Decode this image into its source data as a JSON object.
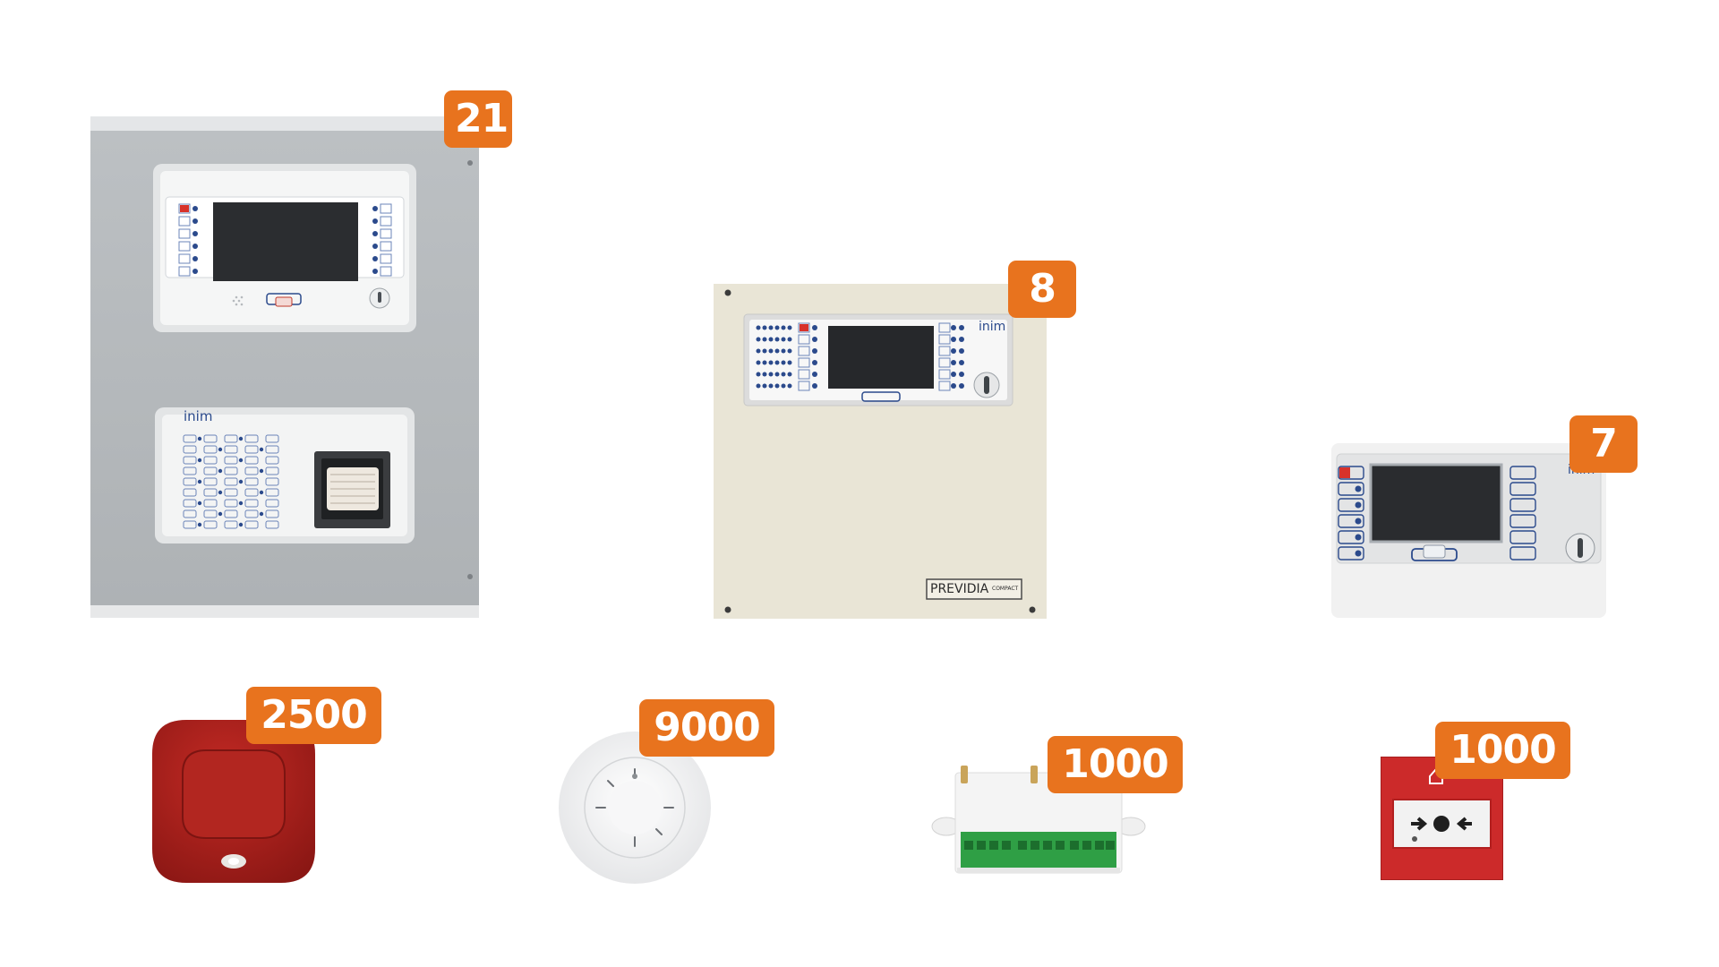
{
  "products": [
    {
      "id": "large-panel",
      "quantity": "21",
      "brand": "inim"
    },
    {
      "id": "compact-panel",
      "quantity": "8",
      "brand": "inim",
      "model_label": "PREVIDIA",
      "model_sub": "COMPACT"
    },
    {
      "id": "repeater",
      "quantity": "7",
      "brand": "inim"
    },
    {
      "id": "sounder",
      "quantity": "2500"
    },
    {
      "id": "smoke-detector",
      "quantity": "9000"
    },
    {
      "id": "io-module",
      "quantity": "1000"
    },
    {
      "id": "call-point",
      "quantity": "1000"
    }
  ],
  "colors": {
    "badge": "#e8731e",
    "panel_grey": "#b8bcbf",
    "panel_beige": "#e9e5d6",
    "sounder_red": "#a9221d",
    "callpoint_red": "#cc2a2a",
    "terminal_green": "#2f9f45"
  }
}
